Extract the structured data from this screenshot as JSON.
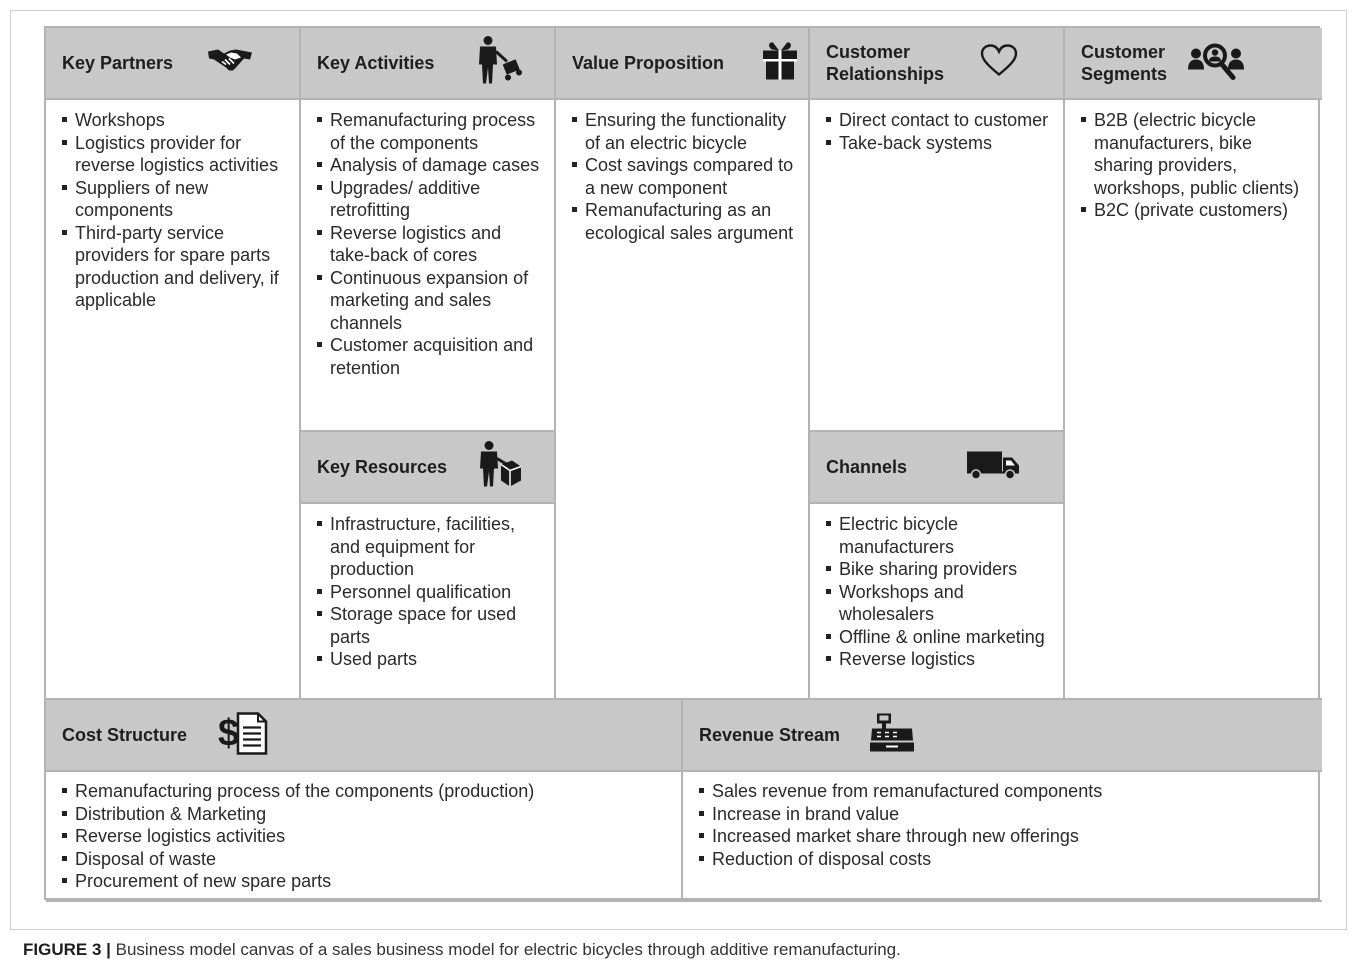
{
  "blocks": {
    "key_partners": {
      "title": "Key Partners",
      "icon": "handshake-icon",
      "items": [
        "Workshops",
        "Logistics provider for reverse logistics activities",
        "Suppliers of new components",
        "Third-party service providers for spare parts production and delivery, if applicable"
      ]
    },
    "key_activities": {
      "title": "Key Activities",
      "icon": "worker-with-cart-icon",
      "items": [
        "Remanufacturing process of the components",
        "Analysis of damage cases",
        "Upgrades/ additive retrofitting",
        "Reverse logistics and take-back of cores",
        "Continuous expansion of marketing and sales channels",
        "Customer acquisition and retention"
      ]
    },
    "key_resources": {
      "title": "Key Resources",
      "icon": "worker-with-box-icon",
      "items": [
        "Infrastructure, facilities, and equipment for production",
        "Personnel qualification",
        "Storage space for used parts",
        "Used parts"
      ]
    },
    "value_proposition": {
      "title": "Value Proposition",
      "icon": "gift-icon",
      "items": [
        "Ensuring the functionality of an electric bicycle",
        "Cost savings compared to a new component",
        "Remanufacturing as an ecological sales argument"
      ]
    },
    "customer_relationships": {
      "title_line1": "Customer",
      "title_line2": "Relationships",
      "icon": "heart-icon",
      "items": [
        "Direct contact to customer",
        "Take-back systems"
      ]
    },
    "channels": {
      "title": "Channels",
      "icon": "truck-icon",
      "items": [
        "Electric bicycle manufacturers",
        "Bike sharing providers",
        "Workshops and wholesalers",
        "Offline & online marketing",
        "Reverse logistics"
      ]
    },
    "customer_segments": {
      "title_line1": "Customer",
      "title_line2": "Segments",
      "icon": "people-search-icon",
      "items": [
        "B2B (electric bicycle manufacturers, bike sharing providers, workshops, public clients)",
        "B2C (private customers)"
      ]
    },
    "cost_structure": {
      "title": "Cost Structure",
      "icon": "dollar-document-icon",
      "items": [
        "Remanufacturing process of the components (production)",
        "Distribution & Marketing",
        "Reverse logistics activities",
        "Disposal of waste",
        "Procurement of new spare parts"
      ]
    },
    "revenue_stream": {
      "title": "Revenue Stream",
      "icon": "cash-register-icon",
      "items": [
        "Sales revenue from remanufactured components",
        "Increase in brand value",
        "Increased market share through new offerings",
        "Reduction of disposal costs"
      ]
    }
  },
  "caption": {
    "label": "FIGURE 3 |",
    "text": "Business model canvas of a sales business model for electric bicycles through additive remanufacturing."
  },
  "colors": {
    "header_fill": "#c8c8c8",
    "border": "#b3b3b3",
    "icon": "#1a1a1a"
  }
}
